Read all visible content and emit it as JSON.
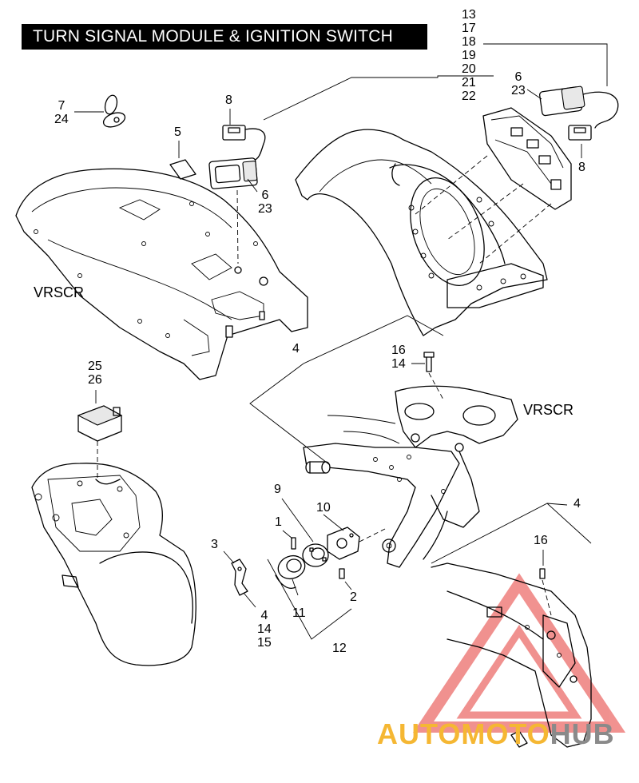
{
  "title": "TURN SIGNAL MODULE & IGNITION SWITCH",
  "model_labels": {
    "top_left": "VRSCR",
    "mid_right": "VRSCR"
  },
  "callouts": {
    "c7_24": [
      "7",
      "24"
    ],
    "c8_top": "8",
    "c5": "5",
    "c6_23_left": [
      "6",
      "23"
    ],
    "c13_22": [
      "13",
      "17",
      "18",
      "19",
      "20",
      "21",
      "22"
    ],
    "c6_23_right": [
      "6",
      "23"
    ],
    "c8_right": "8",
    "c25_26": [
      "25",
      "26"
    ],
    "c4_mid": "4",
    "c16_14": [
      "16",
      "14"
    ],
    "c9": "9",
    "c10": "10",
    "c1": "1",
    "c3": "3",
    "c2": "2",
    "c11": "11",
    "c4_14_15": [
      "4",
      "14",
      "15"
    ],
    "c12": "12",
    "c4_right": "4",
    "c16_right": "16"
  },
  "watermark": {
    "part1": "AUTOMOTO",
    "part2": "HUB"
  },
  "footer": "",
  "colors": {
    "ink": "#000000",
    "watermark_orange": "#f5b733",
    "watermark_gray": "#8a8a8a",
    "watermark_red": "#e53935"
  }
}
